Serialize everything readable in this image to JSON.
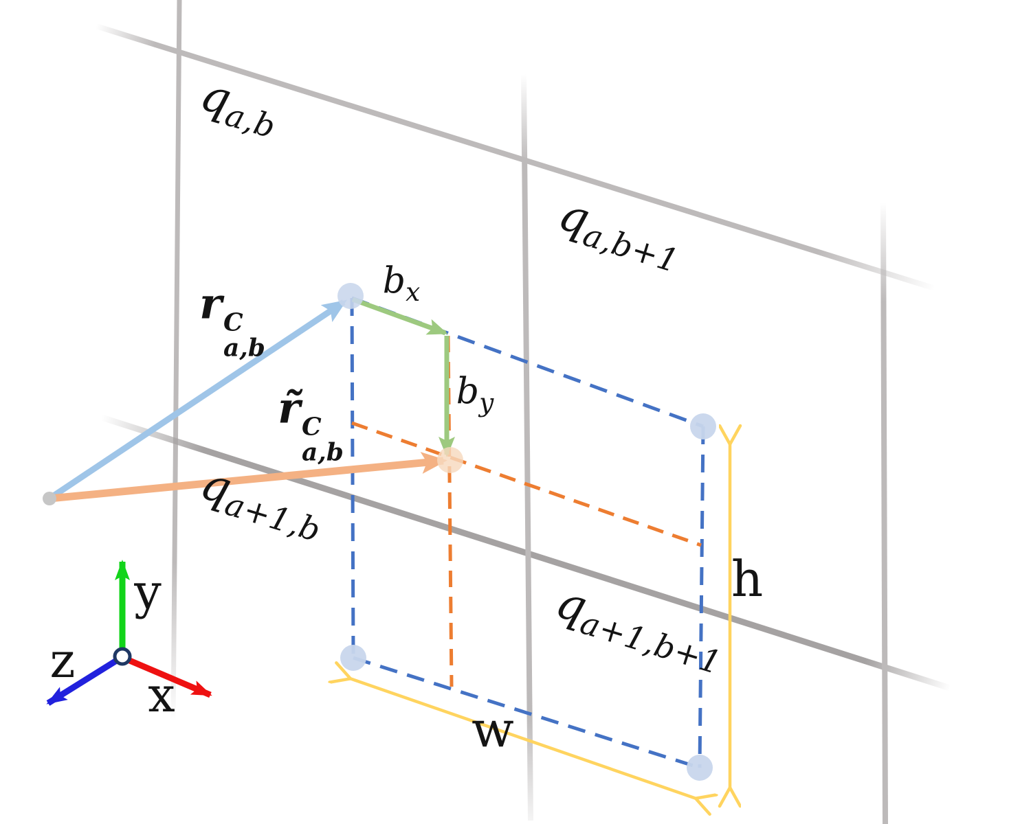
{
  "figure": {
    "description": "Perspective diagram of grid cells with position vectors, pixel offsets and patch extents",
    "background": "#ffffff"
  },
  "labels": {
    "q_ab": {
      "base": "q",
      "sub": "a,b"
    },
    "q_ab1": {
      "base": "q",
      "sub": "a,b+1"
    },
    "q_a1b": {
      "base": "q",
      "sub": "a+1,b"
    },
    "q_a1b1": {
      "base": "q",
      "sub": "a+1,b+1"
    },
    "r_ab": {
      "base": "r",
      "sup": "C",
      "sub": "a,b"
    },
    "r_tilde_ab": {
      "base": "r̃",
      "sup": "C",
      "sub": "a,b"
    },
    "b_x": {
      "base": "b",
      "sub": "x"
    },
    "b_y": {
      "base": "b",
      "sub": "y"
    },
    "w": "w",
    "h": "h"
  },
  "axes": {
    "x": "x",
    "y": "y",
    "z": "z"
  },
  "colors": {
    "background": "#ffffff",
    "label_black": "#141414",
    "grid_gray": "#bdbaba",
    "grid_gray_dark": "#a5a2a2",
    "vector_blue": "#9fc5e8",
    "vector_orange": "#f4b183",
    "offset_green": "#9dc97f",
    "dash_blue": "#4472c4",
    "dash_orange": "#ed7d31",
    "extent_yellow": "#ffd45f",
    "corner_dot_blue": "#c8d6ec",
    "target_dot_peach": "#f6d9be",
    "origin_dot_gray": "#c6c6c6",
    "axis_x_red": "#ee1111",
    "axis_y_green": "#12d41a",
    "axis_z_blue": "#2121dd",
    "axis_origin_stroke": "#1f3864"
  }
}
